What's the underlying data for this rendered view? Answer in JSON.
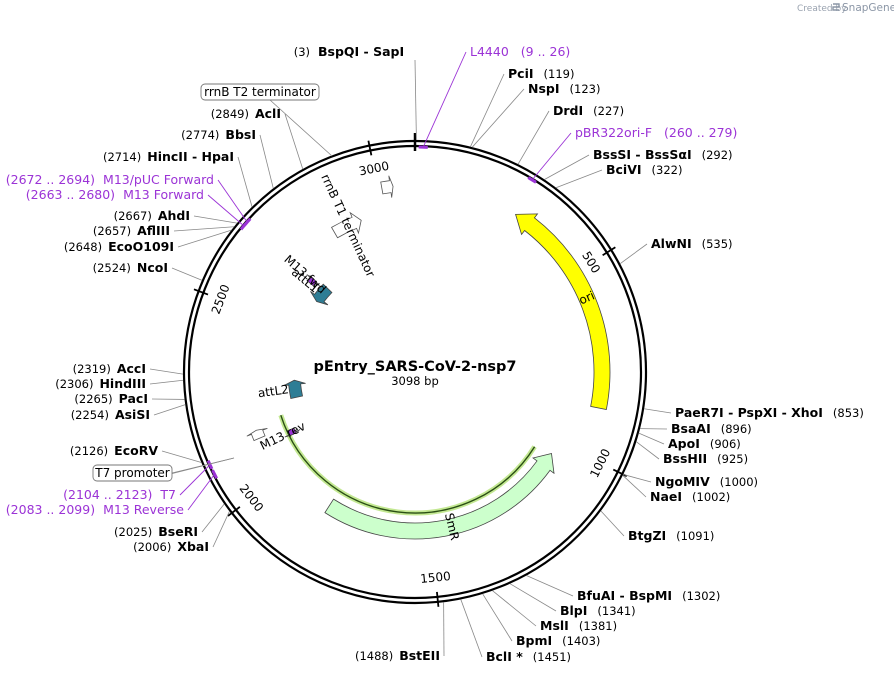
{
  "credit": {
    "created_by": "Created by",
    "brand": "SnapGene"
  },
  "plasmid": {
    "name": "pEntry_SARS-CoV-2-nsp7",
    "size": "3098 bp",
    "length": 3098
  },
  "ticks": [
    {
      "pos": 500,
      "label": "500"
    },
    {
      "pos": 1000,
      "label": "1000"
    },
    {
      "pos": 1500,
      "label": "1500"
    },
    {
      "pos": 2000,
      "label": "2000"
    },
    {
      "pos": 2500,
      "label": "2500"
    },
    {
      "pos": 3000,
      "label": "3000"
    }
  ],
  "features": [
    {
      "id": "ori",
      "label": "ori",
      "start": 280,
      "end": 870,
      "color": "#ffff00",
      "direction": "reverse"
    },
    {
      "id": "smr",
      "label": "SmR",
      "start": 1040,
      "end": 1830,
      "color": "#ccffcc",
      "direction": "reverse"
    },
    {
      "id": "rrnb-t1",
      "label": "rrnB T1 terminator",
      "start": 2840,
      "end": 2930,
      "color": "#ffffff",
      "direction": "forward"
    },
    {
      "id": "attl1",
      "label": "attL1",
      "start": 2630,
      "end": 2700,
      "color": "#2e7d95",
      "direction": "reverse"
    },
    {
      "id": "attl2",
      "label": "attL2",
      "start": 2220,
      "end": 2290,
      "color": "#2e7d95",
      "direction": "forward"
    },
    {
      "id": "m13-fwd",
      "label": "M13 fwd",
      "start": 2670,
      "end": 2690,
      "color": "#9b33d6",
      "direction": "forward"
    },
    {
      "id": "m13-rev",
      "label": "M13 rev",
      "start": 2090,
      "end": 2110,
      "color": "#9b33d6",
      "direction": "reverse"
    },
    {
      "id": "rrnb-t2",
      "label": "",
      "start": 3010,
      "end": 3040,
      "color": "#ffffff",
      "direction": "forward"
    },
    {
      "id": "t7-prom",
      "label": "",
      "start": 2125,
      "end": 2150,
      "color": "#ffffff",
      "direction": "forward"
    }
  ],
  "enzymes_right": [
    {
      "name": "BspQI  -  SapI",
      "pos": "(3)",
      "bp": 3
    },
    {
      "name": "PciI",
      "pos": "(119)",
      "bp": 119
    },
    {
      "name": "NspI",
      "pos": "(123)",
      "bp": 123
    },
    {
      "name": "DrdI",
      "pos": "(227)",
      "bp": 227
    },
    {
      "name": "BssSI  -  BssSαI",
      "pos": "(292)",
      "bp": 292
    },
    {
      "name": "BciVI",
      "pos": "(322)",
      "bp": 322
    },
    {
      "name": "AlwNI",
      "pos": "(535)",
      "bp": 535
    },
    {
      "name": "PaeR7I  -  PspXI  -  XhoI",
      "pos": "(853)",
      "bp": 853
    },
    {
      "name": "BsaAI",
      "pos": "(896)",
      "bp": 896
    },
    {
      "name": "ApoI",
      "pos": "(906)",
      "bp": 906
    },
    {
      "name": "BssHII",
      "pos": "(925)",
      "bp": 925
    },
    {
      "name": "NgoMIV",
      "pos": "(1000)",
      "bp": 1000
    },
    {
      "name": "NaeI",
      "pos": "(1002)",
      "bp": 1002
    },
    {
      "name": "BtgZI",
      "pos": "(1091)",
      "bp": 1091
    },
    {
      "name": "BfuAI  -  BspMI",
      "pos": "(1302)",
      "bp": 1302
    },
    {
      "name": "BlpI",
      "pos": "(1341)",
      "bp": 1341
    },
    {
      "name": "MslI",
      "pos": "(1381)",
      "bp": 1381
    },
    {
      "name": "BpmI",
      "pos": "(1403)",
      "bp": 1403
    },
    {
      "name": "BclI *",
      "pos": "(1451)",
      "bp": 1451
    }
  ],
  "enzymes_left": [
    {
      "name": "BstEII",
      "pos": "(1488)",
      "bp": 1488
    },
    {
      "name": "XbaI",
      "pos": "(2006)",
      "bp": 2006
    },
    {
      "name": "BseRI",
      "pos": "(2025)",
      "bp": 2025
    },
    {
      "name": "EcoRV",
      "pos": "(2126)",
      "bp": 2126
    },
    {
      "name": "AsiSI",
      "pos": "(2254)",
      "bp": 2254
    },
    {
      "name": "PacI",
      "pos": "(2265)",
      "bp": 2265
    },
    {
      "name": "HindIII",
      "pos": "(2306)",
      "bp": 2306
    },
    {
      "name": "AccI",
      "pos": "(2319)",
      "bp": 2319
    },
    {
      "name": "NcoI",
      "pos": "(2524)",
      "bp": 2524
    },
    {
      "name": "EcoO109I",
      "pos": "(2648)",
      "bp": 2648
    },
    {
      "name": "AflIII",
      "pos": "(2657)",
      "bp": 2657
    },
    {
      "name": "AhdI",
      "pos": "(2667)",
      "bp": 2667
    },
    {
      "name": "HincII  -  HpaI",
      "pos": "(2714)",
      "bp": 2714
    },
    {
      "name": "BbsI",
      "pos": "(2774)",
      "bp": 2774
    },
    {
      "name": "AclI",
      "pos": "(2849)",
      "bp": 2849
    }
  ],
  "primers": [
    {
      "name": "L4440",
      "pos": "(9 .. 26)",
      "bp": 18
    },
    {
      "name": "pBR322ori-F",
      "pos": "(260 .. 279)",
      "bp": 270
    },
    {
      "name": "M13/pUC Forward",
      "pos": "(2672 .. 2694)",
      "bp": 2683
    },
    {
      "name": "M13 Forward",
      "pos": "(2663 .. 2680)",
      "bp": 2672
    },
    {
      "name": "T7",
      "pos": "(2104 .. 2123)",
      "bp": 2114
    },
    {
      "name": "M13 Reverse",
      "pos": "(2083 .. 2099)",
      "bp": 2091
    }
  ],
  "boxed_labels": [
    {
      "name": "rrnB T2 terminator",
      "bp": 3025
    },
    {
      "name": "T7 promoter",
      "bp": 2138
    }
  ],
  "colors": {
    "primer": "#9b33d6",
    "backbone": "#000000",
    "leader": "#888888"
  }
}
